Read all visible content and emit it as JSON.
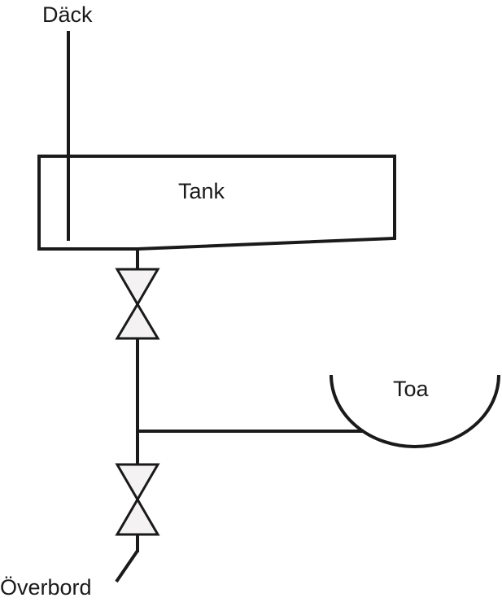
{
  "labels": {
    "deck": "Däck",
    "tank": "Tank",
    "toilet": "Toa",
    "overboard": "Överbord"
  },
  "colors": {
    "line": "#1a1a1a",
    "valve_fill": "#f4f2f3",
    "background": "#ffffff"
  }
}
